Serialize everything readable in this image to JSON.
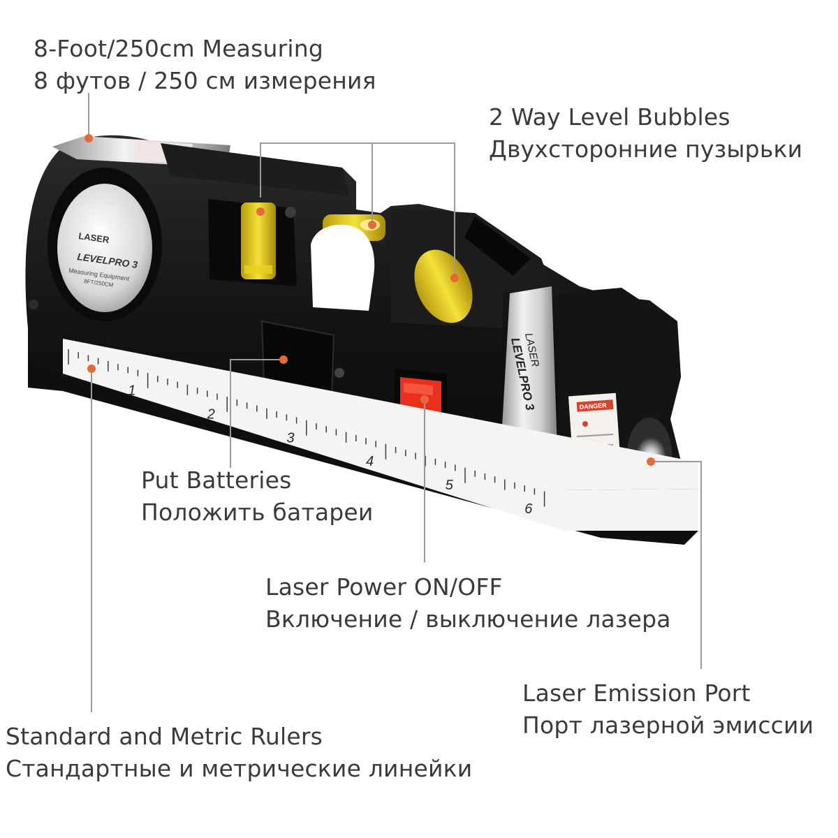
{
  "device": {
    "brand_label_top": "LASER",
    "brand_label_bottom": "LEVELPRO 3",
    "dial_sub1": "Measuring Equipment",
    "dial_sub2": "8FT/250CM",
    "danger_text": "DANGER",
    "ruler_numbers": [
      "1",
      "2",
      "3",
      "4",
      "5",
      "6"
    ]
  },
  "callouts": {
    "measuring": {
      "en": "8-Foot/250cm Measuring",
      "ru": "8 футов / 250 см измерения"
    },
    "bubbles": {
      "en": "2 Way Level Bubbles",
      "ru": "Двухсторонние пузырьки"
    },
    "batteries": {
      "en": "Put Batteries",
      "ru": "Положить батареи"
    },
    "power": {
      "en": "Laser Power ON/OFF",
      "ru": "Включение / выключение лазера"
    },
    "emission": {
      "en": "Laser Emission Port",
      "ru": "Порт лазерной эмиссии"
    },
    "rulers": {
      "en": "Standard and Metric Rulers",
      "ru": "Стандартные и метрические линейки"
    }
  },
  "colors": {
    "body": "#151515",
    "bubble": "#e9d21a",
    "switch": "#e8301c",
    "marker_dot": "#e8683a",
    "leader_line": "#9a9a9a"
  }
}
